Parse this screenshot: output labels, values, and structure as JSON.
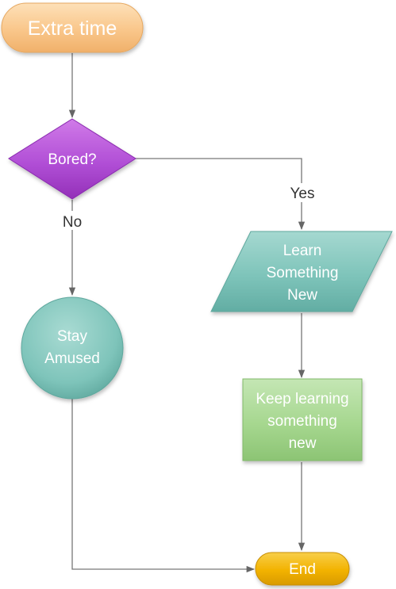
{
  "flowchart": {
    "nodes": {
      "start": {
        "label": "Extra time",
        "shape": "rounded-rectangle",
        "color": "#f9c88c"
      },
      "decision": {
        "label": "Bored?",
        "shape": "diamond",
        "color": "#b44fd6"
      },
      "learn": {
        "lines": [
          "Learn",
          "Something",
          "New"
        ],
        "shape": "parallelogram",
        "color": "#7ec4ba"
      },
      "stay": {
        "lines": [
          "Stay",
          "Amused"
        ],
        "shape": "circle",
        "color": "#7ec4ba"
      },
      "keep": {
        "lines": [
          "Keep learning",
          "something",
          "new"
        ],
        "shape": "rectangle",
        "color": "#a8d892"
      },
      "end": {
        "label": "End",
        "shape": "rounded-rectangle",
        "color": "#f2b200"
      }
    },
    "edges": {
      "yes_label": "Yes",
      "no_label": "No",
      "color": "#666666"
    }
  }
}
